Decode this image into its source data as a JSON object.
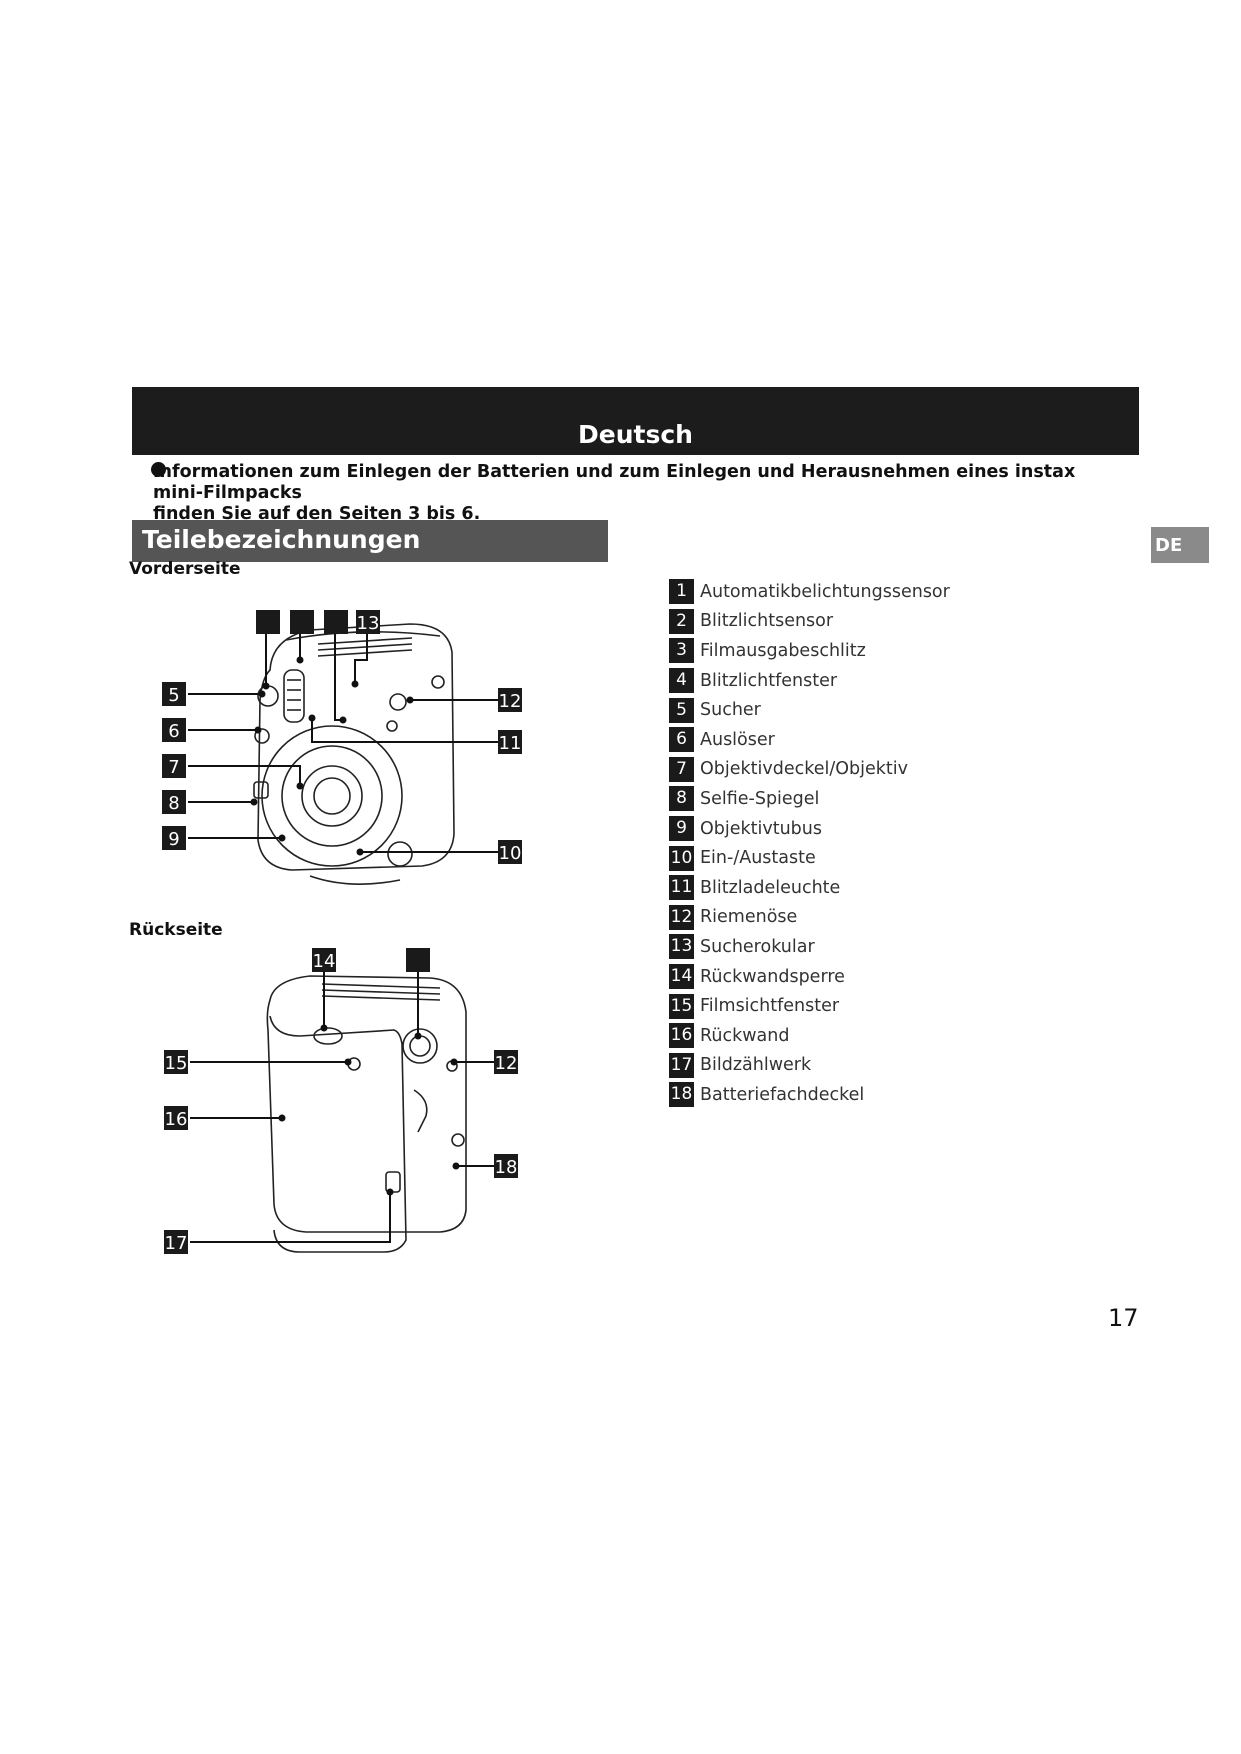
{
  "header": {
    "title": "Deutsch"
  },
  "intro": {
    "text_line1": "Informationen zum Einlegen der Batterien und zum Einlegen und Herausnehmen eines instax mini-Filmpacks",
    "text_line2": "finden Sie auf den Seiten 3 bis 6."
  },
  "section": {
    "title": "Teilebezeichnungen"
  },
  "language_tab": "DE",
  "front": {
    "label": "Vorderseite",
    "callouts": [
      "",
      "",
      "",
      "13",
      "5",
      "6",
      "7",
      "8",
      "9",
      "12",
      "11",
      "10"
    ]
  },
  "back": {
    "label": "Rückseite",
    "callouts": [
      "14",
      "",
      "15",
      "16",
      "17",
      "12",
      "18"
    ]
  },
  "parts": [
    {
      "num": "1",
      "label": "Automatikbelichtungssensor"
    },
    {
      "num": "2",
      "label": "Blitzlichtsensor"
    },
    {
      "num": "3",
      "label": "Filmausgabeschlitz"
    },
    {
      "num": "4",
      "label": "Blitzlichtfenster"
    },
    {
      "num": "5",
      "label": "Sucher"
    },
    {
      "num": "6",
      "label": "Auslöser"
    },
    {
      "num": "7",
      "label": "Objektivdeckel/Objektiv"
    },
    {
      "num": "8",
      "label": "Selfie-Spiegel"
    },
    {
      "num": "9",
      "label": "Objektivtubus"
    },
    {
      "num": "10",
      "label": "Ein-/Austaste"
    },
    {
      "num": "11",
      "label": "Blitzladeleuchte"
    },
    {
      "num": "12",
      "label": "Riemenöse"
    },
    {
      "num": "13",
      "label": "Sucherokular"
    },
    {
      "num": "14",
      "label": "Rückwandsperre"
    },
    {
      "num": "15",
      "label": "Filmsichtfenster"
    },
    {
      "num": "16",
      "label": "Rückwand"
    },
    {
      "num": "17",
      "label": "Bildzählwerk"
    },
    {
      "num": "18",
      "label": "Batteriefachdeckel"
    }
  ],
  "page_number": "17"
}
